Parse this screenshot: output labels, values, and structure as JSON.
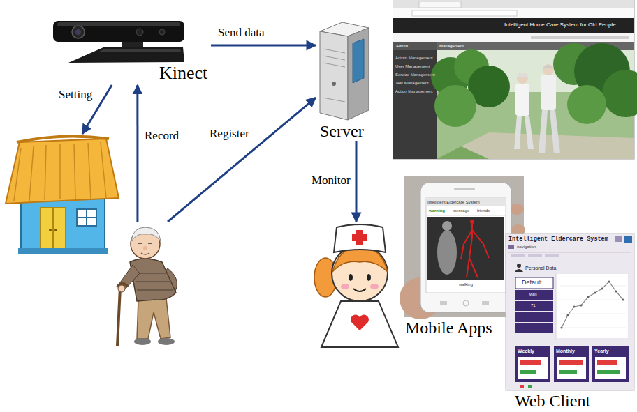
{
  "diagram": {
    "nodes": [
      {
        "text": [
          "Kinect"
        ]
      },
      {
        "text": [
          "Server"
        ]
      },
      {
        "text": []
      },
      {
        "text": []
      },
      {
        "text": []
      },
      {
        "text": [
          "Mobile Apps"
        ]
      },
      {
        "text": [
          "Web Client"
        ]
      }
    ],
    "edges": [
      {
        "from": 0,
        "to": 1,
        "label": "Send data",
        "arrow": "to"
      },
      {
        "from": 0,
        "to": 2,
        "label": "Setting",
        "arrow": "to"
      },
      {
        "from": 3,
        "to": 0,
        "label": "Record",
        "arrow": "to"
      },
      {
        "from": 3,
        "to": 1,
        "label": "Register",
        "arrow": "to"
      },
      {
        "from": 1,
        "to": 4,
        "label": "Monitor",
        "arrow": "to"
      }
    ],
    "labels": [
      "Intelligent Home Care System for Old People",
      "Admin",
      "Management",
      "Admin Management",
      "User Management",
      "Service Management",
      "Test Management",
      "Action Management",
      "Intelligent Eldercare System",
      "warning",
      "message",
      "friends",
      "walking",
      "Intelligent Eldercare System",
      "navigation",
      "Personal Data",
      "Default",
      "Man",
      "71",
      "Weekly",
      "Monthly",
      "Yearly"
    ]
  }
}
